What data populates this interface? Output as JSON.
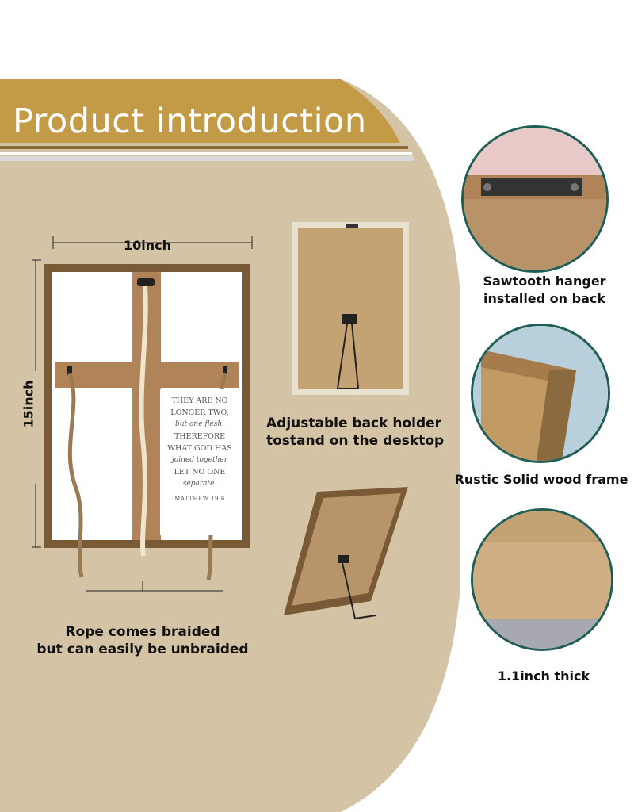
{
  "banner": {
    "title": "Product introduction",
    "color": "#c39a45"
  },
  "background_color": "#d5c3a6",
  "dimensions": {
    "width": "10inch",
    "height": "15inch"
  },
  "verse": {
    "lines": [
      "THEY ARE NO",
      "LONGER TWO,",
      "but one flesh.",
      "THEREFORE",
      "WHAT GOD HAS",
      "joined together",
      "LET NO ONE",
      "separate.",
      "MATTHEW 19:6"
    ]
  },
  "captions": {
    "back_holder_line1": "Adjustable back holder",
    "back_holder_line2": "tostand on the desktop",
    "rope_line1": "Rope comes braided",
    "rope_line2": "but can easily be unbraided",
    "sawtooth_line1": "Sawtooth hanger",
    "sawtooth_line2": "installed on back",
    "frame": "Rustic Solid wood frame",
    "thick": "1.1inch thick"
  },
  "colors": {
    "circle_border": "#1f5e55",
    "wood_light": "#c29a64",
    "wood_dark": "#7a5a36",
    "board": "#c4a273"
  }
}
